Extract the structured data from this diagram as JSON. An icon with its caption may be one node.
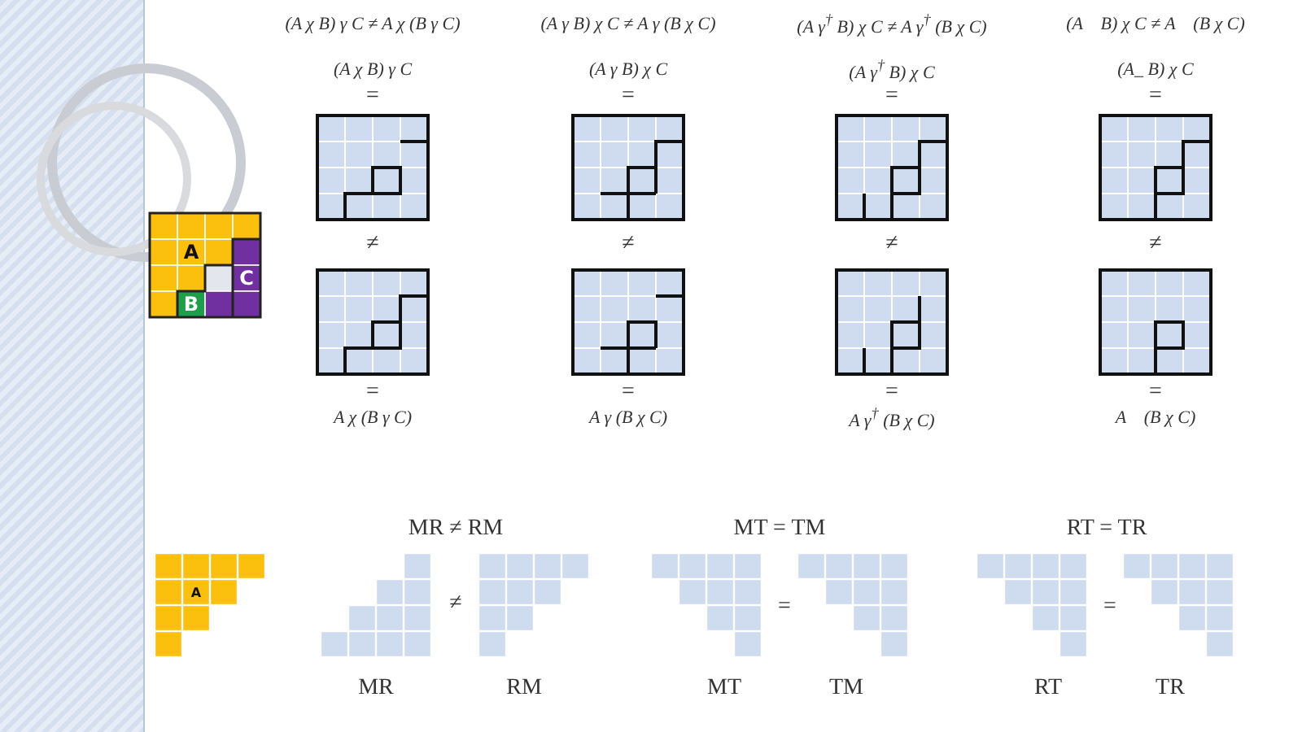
{
  "diagram": {
    "nodes": [
      {
        "text": [
          "A"
        ]
      },
      {
        "text": [
          "B"
        ]
      },
      {
        "text": [
          "C"
        ]
      },
      {
        "text": [
          "A"
        ]
      }
    ],
    "labels": [
      "(A χ B) γ C ≠ A χ (B γ C)",
      "(A γ B) χ C ≠ A γ (B χ C)",
      "(A γ$^{†}$ B) χ C ≠ A γ$^{†}$ (B χ C)",
      "(A    B) χ C ≠ A    (B χ C)",
      "(A χ B) γ C",
      "(A γ B) χ C",
      "(A γ$^{†}$ B) χ C",
      "(A_ B) χ C",
      "=",
      "=",
      "=",
      "=",
      "≠",
      "≠",
      "≠",
      "≠",
      "=",
      "=",
      "=",
      "=",
      "A χ (B γ C)",
      "A γ (B χ C)",
      "A γ$^{†}$ (B χ C)",
      "A    (B χ C)",
      "MR ≠ RM",
      "MT = TM",
      "RT = TR",
      "≠",
      "=",
      "=",
      "MR",
      "RM",
      "MT",
      "TM",
      "RT",
      "TR"
    ]
  }
}
